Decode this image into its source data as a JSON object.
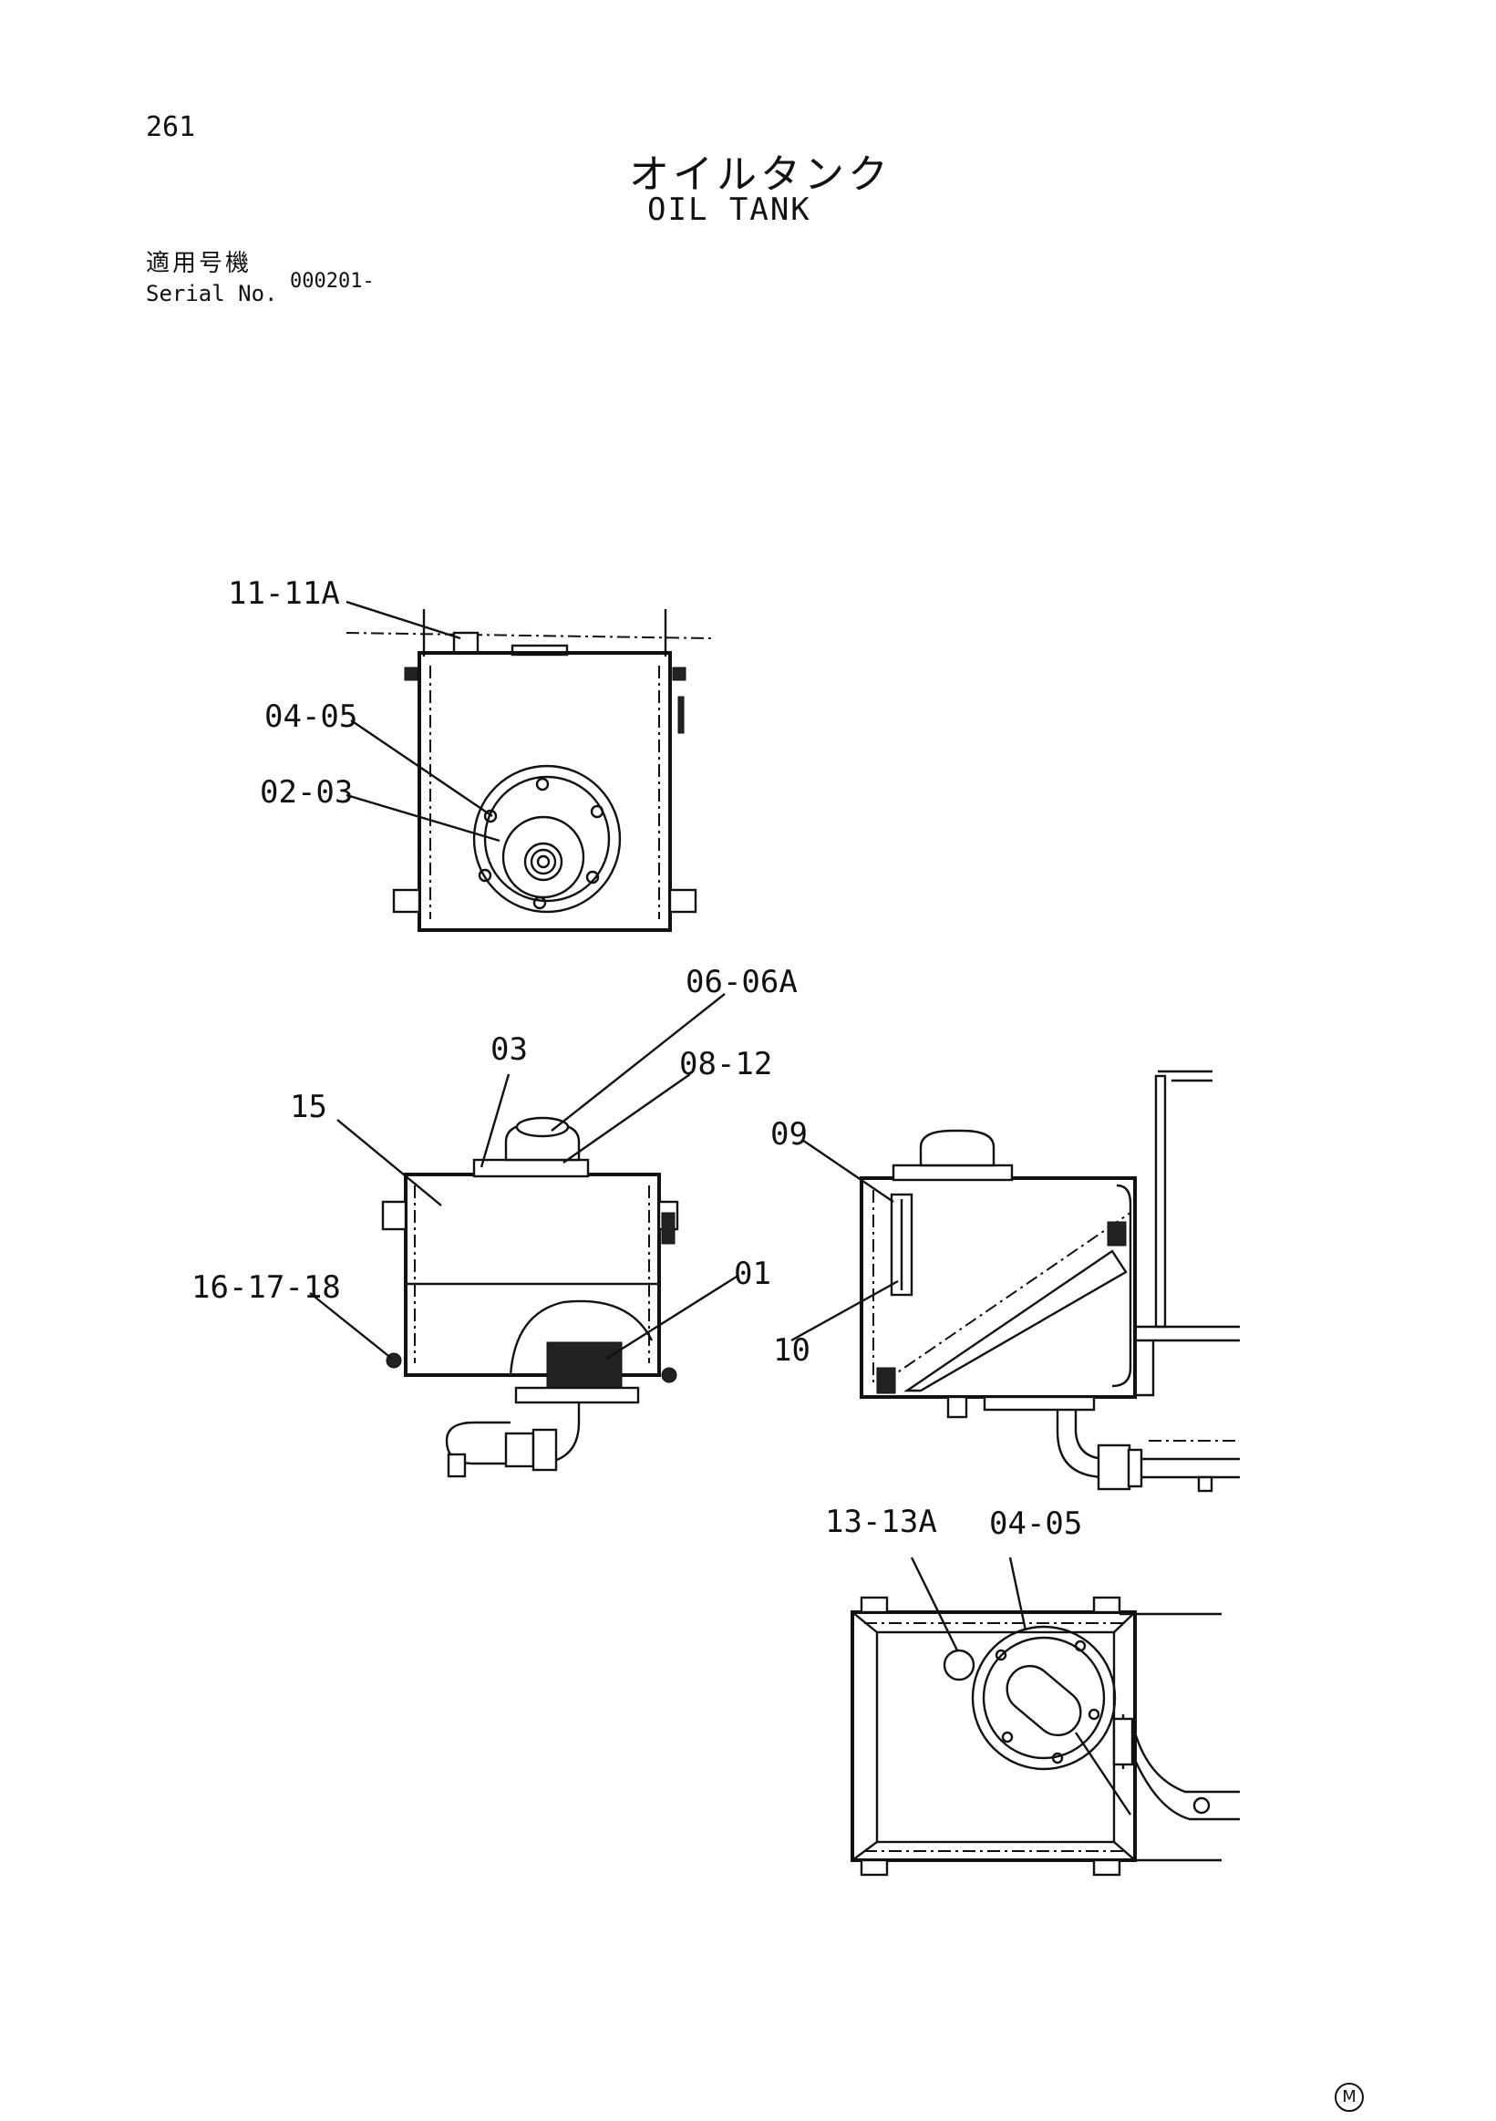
{
  "page_number": "261",
  "title_ja": "オイルタンク",
  "title_en": "OIL TANK",
  "serial": {
    "label_ja": "適用号機",
    "label_en": "Serial No.",
    "value": "000201-"
  },
  "labels": {
    "l_11_11a": "11-11A",
    "l_04_05_top": "04-05",
    "l_02_03": "02-03",
    "l_06_06a": "06-06A",
    "l_03": "03",
    "l_08_12": "08-12",
    "l_15": "15",
    "l_16_17_18": "16-17-18",
    "l_01": "01",
    "l_09": "09",
    "l_10": "10",
    "l_13_13a": "13-13A",
    "l_04_05_bottom": "04-05"
  },
  "mark": "M"
}
